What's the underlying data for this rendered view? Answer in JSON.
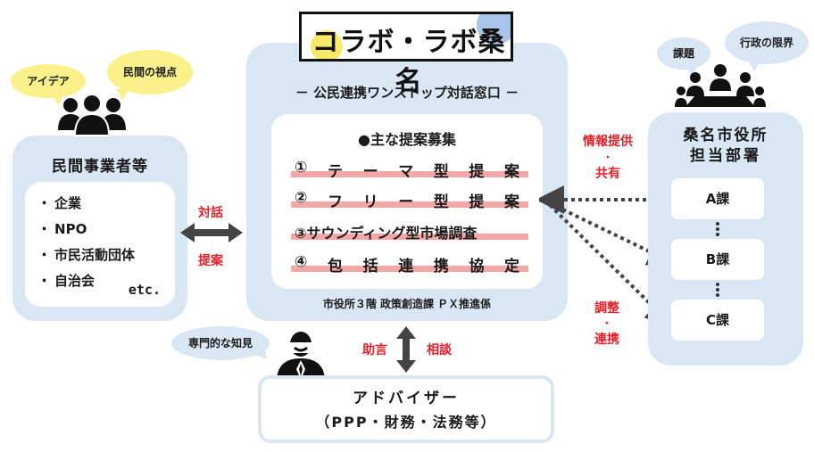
{
  "logo": {
    "text": "コラボ・ラボ桑名"
  },
  "center": {
    "subtitle": "－ 公民連携ワンストップ対話窓口 －",
    "heading": "●主な提案募集",
    "proposals": [
      "①テーマ型提案",
      "②フリー型提案",
      "③サウンディング型市場調査",
      "④包括連携協定"
    ],
    "location": "市役所３階 政策創造課 ＰＸ推進係"
  },
  "left": {
    "title": "民間事業者等",
    "items": [
      "企業",
      "NPO",
      "市民活動団体",
      "自治会"
    ],
    "etc": "etc.",
    "bubbles": [
      "アイデア",
      "民間の視点"
    ]
  },
  "right": {
    "title_line1": "桑名市役所",
    "title_line2": "担当部署",
    "depts": [
      "A課",
      "B課",
      "C課"
    ],
    "bubbles": [
      "課題",
      "行政の限界"
    ]
  },
  "advisor": {
    "line1": "アドバイザー",
    "line2": "（PPP・財務・法務等）",
    "bubble": "専門的な知見"
  },
  "arrow_labels": {
    "left_top": "対話",
    "left_bottom": "提案",
    "right_top": [
      "情報提供",
      "・",
      "共有"
    ],
    "right_bottom": [
      "調整",
      "・",
      "連携"
    ],
    "advisor_left": "助言",
    "advisor_right": "相談"
  },
  "colors": {
    "panel": "#d9e6f3",
    "highlight": "#f3a7a7",
    "bubble": "#fbf18a",
    "accent_red": "#e0202a",
    "logo_yellow_dot": "#f5ea6a",
    "logo_blue_dot": "#a9c6e8"
  },
  "icons": [
    "people-group-icon",
    "meeting-table-icon",
    "advisor-person-icon",
    "double-arrow-icon",
    "dotted-arrow-icon"
  ]
}
